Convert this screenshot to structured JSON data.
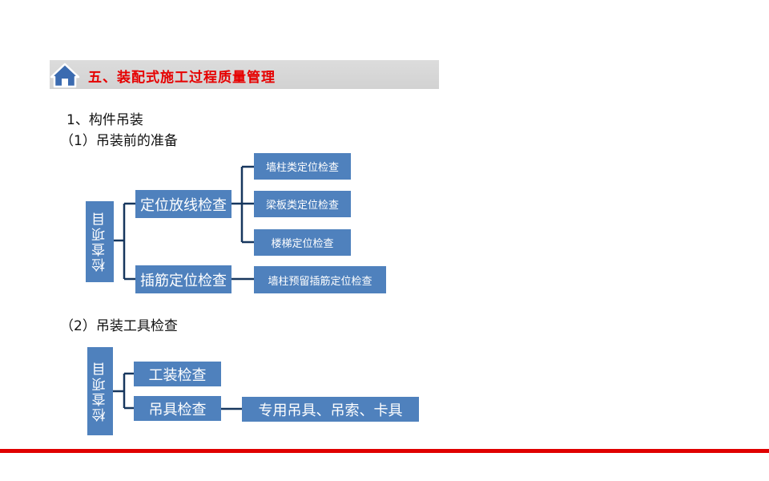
{
  "header": {
    "title": "五、装配式施工过程质量管理",
    "icon": "home-icon",
    "accent_color": "#e60000"
  },
  "section1": {
    "heading": "1、构件吊装",
    "subheading": "（1）吊装前的准备",
    "root": "检查项目",
    "branches": [
      {
        "label": "定位放线检查",
        "children": [
          "墙柱类定位检查",
          "梁板类定位检查",
          "楼梯定位检查"
        ]
      },
      {
        "label": "插筋定位检查",
        "children": [
          "墙柱预留插筋定位检查"
        ]
      }
    ]
  },
  "section2": {
    "subheading": "（2）吊装工具检查",
    "root": "检查项目",
    "branches": [
      {
        "label": "工装检查",
        "children": []
      },
      {
        "label": "吊具检查",
        "children": [
          "专用吊具、吊索、卡具"
        ]
      }
    ]
  },
  "colors": {
    "box_fill": "#4f81bd",
    "connector": "#17375e",
    "footer": "#e00000"
  }
}
